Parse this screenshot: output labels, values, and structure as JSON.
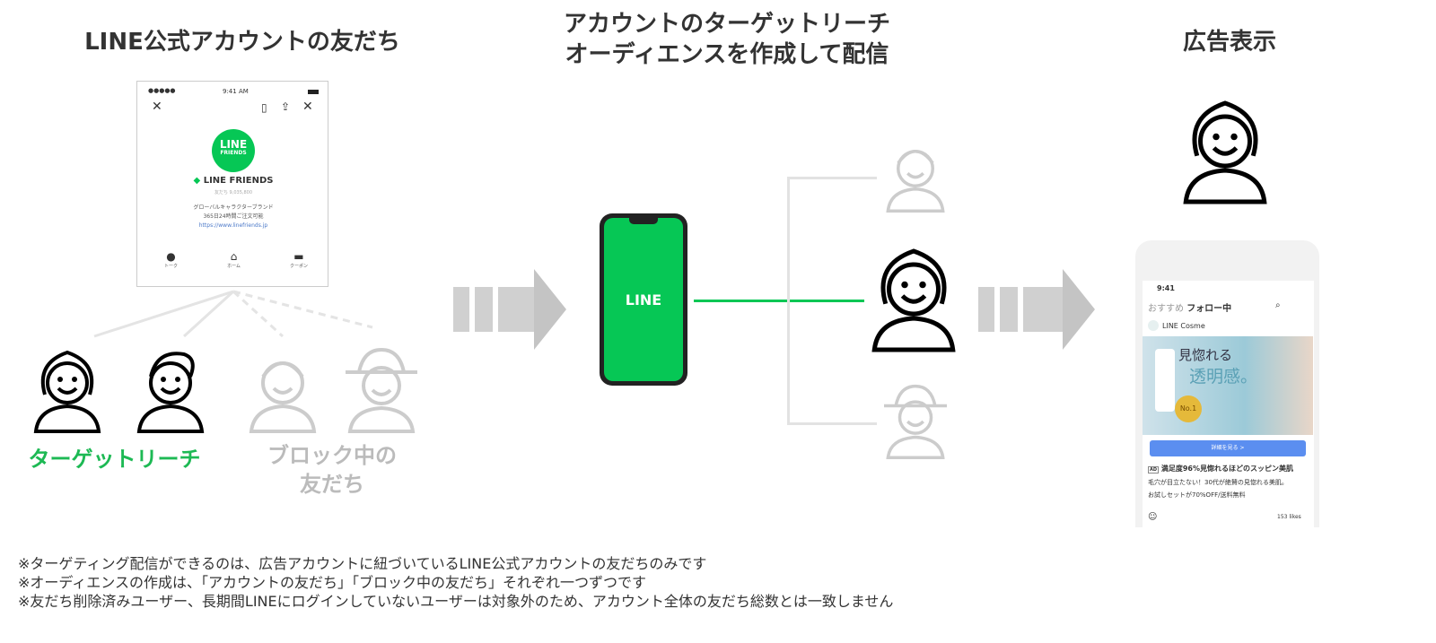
{
  "col1": {
    "title": "LINE公式アカウントの友だち",
    "profile": {
      "status_time": "9:41 AM",
      "logo_line1": "LINE",
      "logo_line2": "FRIENDS",
      "name": "LINE FRIENDS",
      "friends": "友だち 9,035,800",
      "desc1": "グローバルキャラクターブランド",
      "desc2": "365日24時間ご注文可能",
      "url": "https://www.linefriends.jp",
      "nav": [
        "トーク",
        "ホーム",
        "クーポン"
      ]
    },
    "target_label": "ターゲットリーチ",
    "blocked_label_1": "ブロック中の",
    "blocked_label_2": "友だち"
  },
  "col2": {
    "title_1": "アカウントのターゲットリーチ",
    "title_2": "オーディエンスを作成して配信",
    "phone_label": "LINE"
  },
  "col3": {
    "title": "広告表示",
    "feed": {
      "time": "9:41",
      "tab_recommended": "おすすめ",
      "tab_following": "フォロー中",
      "account": "LINE Cosme",
      "ad_text_1": "見惚れる",
      "ad_text_2": "透明感。",
      "badge": "No.1",
      "cta": "詳細を見る >",
      "ad_tag": "AD",
      "headline": "満足度96%見惚れるほどのスッピン美肌",
      "body_1": "毛穴が目立たない！30代が絶賛の見惚れる美肌。",
      "body_2": "お試しセットが70%OFF/送料無料",
      "likes": "153 likes"
    }
  },
  "notes": [
    "※ターゲティング配信ができるのは、広告アカウントに紐づいているLINE公式アカウントの友だちのみです",
    "※オーディエンスの作成は、「アカウントの友だち」「ブロック中の友だち」それぞれ一つずつです",
    "※友だち削除済みユーザー、長期間LINEにログインしていないユーザーは対象外のため、アカウント全体の友だち総数とは一致しません"
  ],
  "colors": {
    "line_green": "#06c755",
    "target_text": "#1db954",
    "gray": "#c8c8c8",
    "cta_blue": "#5b8ef0"
  }
}
